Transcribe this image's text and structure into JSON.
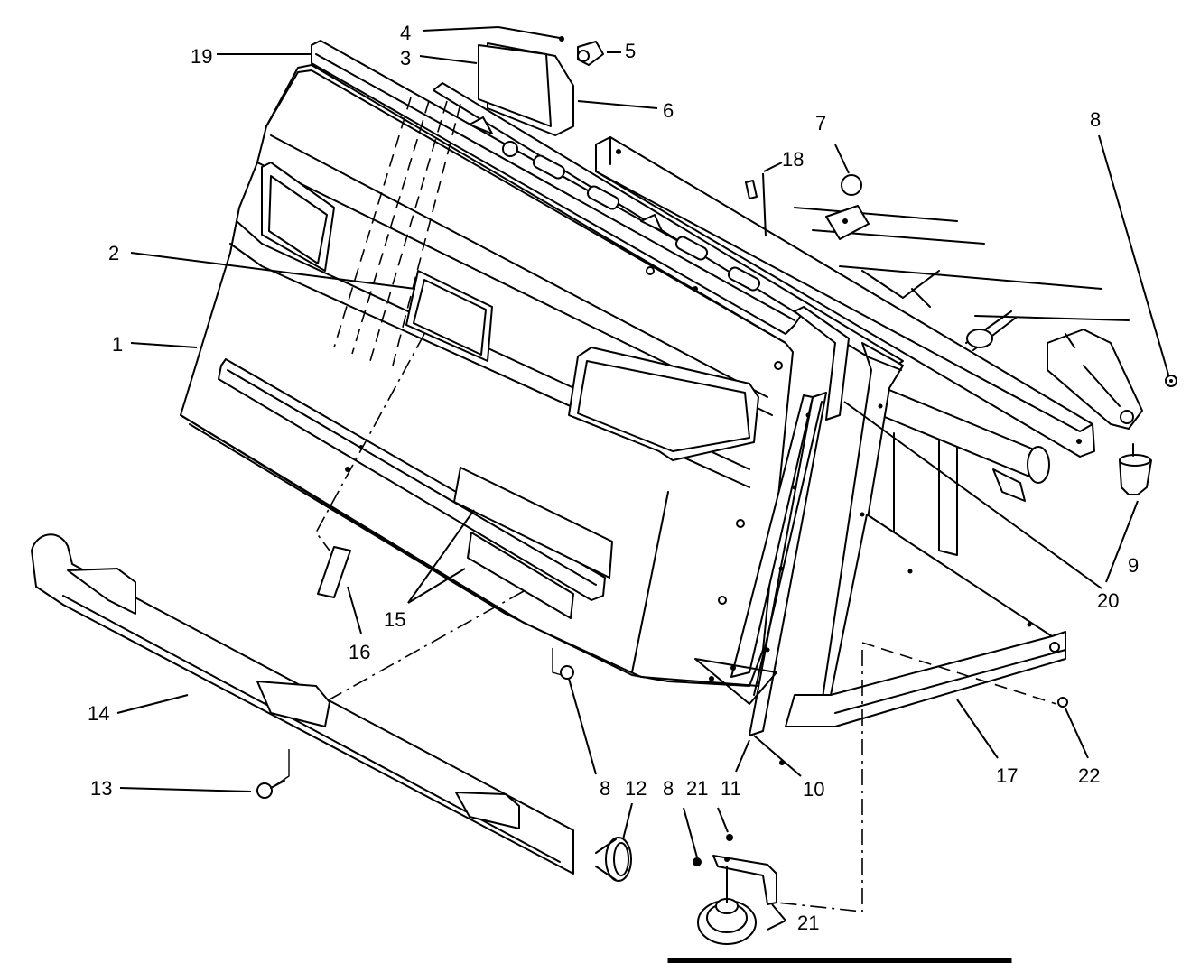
{
  "callouts": {
    "c1": "1",
    "c2": "2",
    "c3": "3",
    "c4": "4",
    "c5": "5",
    "c6": "6",
    "c7": "7",
    "c8a": "8",
    "c8b": "8",
    "c8c": "8",
    "c9": "9",
    "c10": "10",
    "c11": "11",
    "c12": "12",
    "c13": "13",
    "c14": "14",
    "c15": "15",
    "c16": "16",
    "c17": "17",
    "c18": "18",
    "c19": "19",
    "c20": "20",
    "c21a": "21",
    "c21b": "21",
    "c22": "22"
  }
}
